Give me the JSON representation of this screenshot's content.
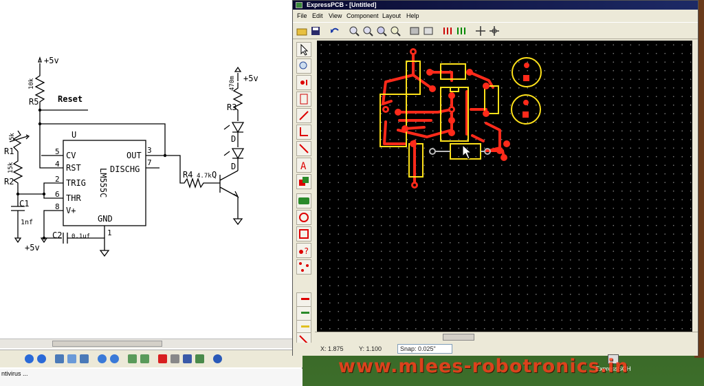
{
  "schematic": {
    "title_component": "U",
    "reset_label": "Reset",
    "chip_name": "LM555C",
    "pins_left": [
      {
        "num": "5",
        "label": "CV"
      },
      {
        "num": "4",
        "label": "RST"
      },
      {
        "num": "2",
        "label": "TRIG"
      },
      {
        "num": "6",
        "label": "THR"
      },
      {
        "num": "8",
        "label": "V+"
      }
    ],
    "pins_right": [
      {
        "num": "3",
        "label": "OUT"
      },
      {
        "num": "7",
        "label": "DISCHG"
      }
    ],
    "pin_bottom": {
      "num": "1",
      "label": "GND"
    },
    "power_labels": [
      "+5v",
      "+5v",
      "+5v"
    ],
    "components": {
      "r5": {
        "ref": "R5",
        "value": "10k"
      },
      "r1": {
        "ref": "R1",
        "value": "5k"
      },
      "r2": {
        "ref": "R2",
        "value": "15k"
      },
      "r3": {
        "ref": "R3",
        "value": "470m"
      },
      "r4": {
        "ref": "R4",
        "value": "4.7k"
      },
      "c1": {
        "ref": "C1",
        "value": "1nf"
      },
      "c2": {
        "ref": "C2",
        "value": "0.1uf"
      },
      "d1": {
        "ref": "D"
      },
      "d2": {
        "ref": "D"
      },
      "q1": {
        "ref": "Q"
      }
    }
  },
  "schematic_status": "ntivirus ...",
  "pcb_window": {
    "title": "ExpressPCB - [Untitled]",
    "menu": [
      "File",
      "Edit",
      "View",
      "Component",
      "Layout",
      "Help"
    ],
    "status_x": "X: 1.875",
    "status_y": "Y: 1.100",
    "snap": "Snap: 0.025\""
  },
  "taskbar_app": "ExpressSCH",
  "watermark": "www.mlees-robotronics.in",
  "colors": {
    "board_bg": "#000000",
    "trace": "#ff2a1a",
    "silkscreen": "#ffe21a",
    "pad": "#ff2a1a",
    "window_chrome": "#ece9d8"
  }
}
